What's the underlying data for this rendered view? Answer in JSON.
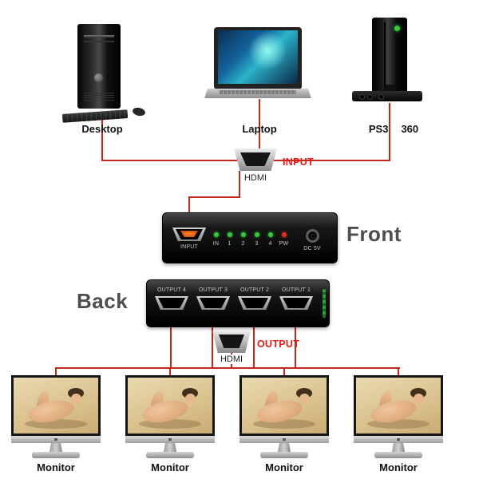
{
  "sources": {
    "desktop": {
      "label": "Desktop"
    },
    "laptop": {
      "label": "Laptop"
    },
    "console": {
      "ps3_label": "PS3",
      "x360_label": "360"
    }
  },
  "input_connector": {
    "type_label": "HDMI",
    "direction_label": "INPUT"
  },
  "splitter_front": {
    "view_label": "Front",
    "input_port_label": "INPUT",
    "led_labels": [
      "IN",
      "1",
      "2",
      "3",
      "4",
      "PW"
    ],
    "power_label": "DC 5V"
  },
  "splitter_back": {
    "view_label": "Back",
    "port_labels": [
      "OUTPUT 4",
      "OUTPUT 3",
      "OUTPUT 2",
      "OUTPUT 1"
    ]
  },
  "output_connector": {
    "type_label": "HDMI",
    "direction_label": "OUTPUT"
  },
  "monitors": [
    {
      "label": "Monitor"
    },
    {
      "label": "Monitor"
    },
    {
      "label": "Monitor"
    },
    {
      "label": "Monitor"
    }
  ],
  "colors": {
    "wire": "#c5271b",
    "accent_red": "#e31e18",
    "view_label": "#4d4d4d",
    "led_green": "#35c83f",
    "led_red": "#e03222"
  }
}
